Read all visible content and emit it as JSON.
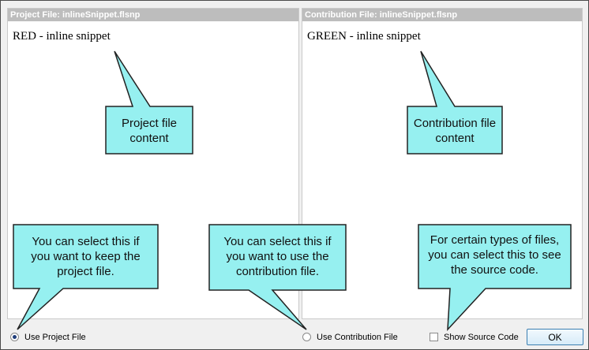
{
  "left_pane": {
    "header": "Project File: inlineSnippet.flsnp",
    "content": "RED - inline snippet"
  },
  "right_pane": {
    "header": "Contribution File: inlineSnippet.flsnp",
    "content": "GREEN - inline snippet"
  },
  "callouts": {
    "project_content": [
      "Project file",
      "content"
    ],
    "contribution_content": [
      "Contribution file",
      "content"
    ],
    "use_project": [
      "You can select this if",
      "you want to keep the",
      "project file."
    ],
    "use_contribution": [
      "You can select this if",
      "you want to use the",
      "contribution file."
    ],
    "source_code": [
      "For certain types of files,",
      "you can select this to see",
      "the source code."
    ]
  },
  "controls": {
    "use_project_file": {
      "label": "Use Project File",
      "selected": true
    },
    "use_contribution_file": {
      "label": "Use Contribution File",
      "selected": false
    },
    "show_source_code": {
      "label": "Show Source Code",
      "checked": false
    },
    "ok_label": "OK"
  },
  "colors": {
    "callout_fill": "#96f0f0",
    "callout_stroke": "#222222",
    "header_bg": "#bdbdbd"
  }
}
